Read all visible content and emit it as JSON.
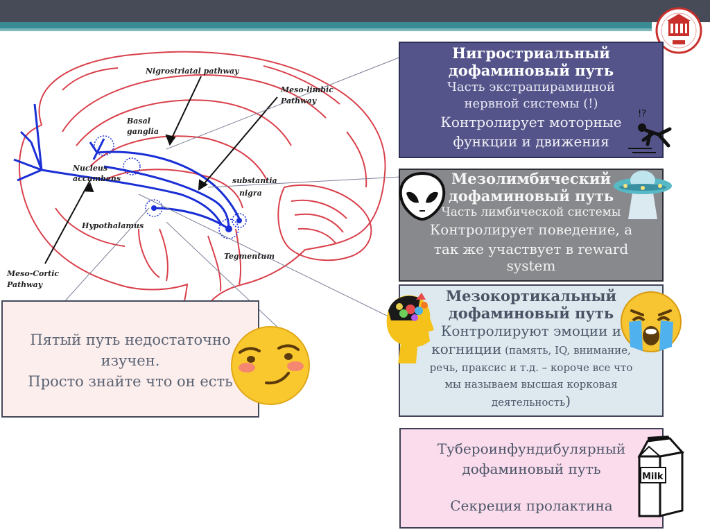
{
  "diagram": {
    "labels": {
      "nigrostriatal": "Nigrostriatal pathway",
      "mesolimbic_1": "Meso-limbic",
      "mesolimbic_2": "Pathway",
      "basal_1": "Basal",
      "basal_2": "ganglia",
      "nucleus_1": "Nucleus",
      "nucleus_2": "accumbens",
      "substantia_1": "substantia",
      "substantia_2": "nigra",
      "hypothalamus": "Hypothalamus",
      "tegmentum": "Tegmentum",
      "mesocortic_1": "Meso-Cortic",
      "mesocortic_2": "Pathway"
    }
  },
  "boxes": {
    "nigrostriatal": {
      "title_1": "Нигростриальный",
      "title_2": "дофаминовый путь",
      "sub_1": "Часть экстрапирамидной",
      "sub_2": "нервной системы (!)",
      "main_1": "Контролирует моторные",
      "main_2": "функции и движения"
    },
    "mesolimbic": {
      "title_1": "Мезолимбический",
      "title_2": "дофаминовый путь",
      "sub_1": "Часть лимбической системы",
      "main_1": "Контролирует поведение, а",
      "main_2": "так же участвует в reward",
      "main_3": "system"
    },
    "mesocortical": {
      "title_1": "Мезокортикальный",
      "title_2": "дофаминовый путь",
      "main_1": "Контролируют эмоции и",
      "main_2_big": "когниции",
      "main_2_small": " (память, IQ, внимание,",
      "small_2": "речь, праксис и т.д. – короче все что",
      "small_3": "мы называем высшая корковая",
      "small_4": "деятельность",
      "small_4_end": ")"
    },
    "tuberoinfundibular": {
      "line_1": "Тубероинфундибулярный",
      "line_2": "дофаминовый путь",
      "line_3": "Секреция пролактина"
    },
    "fifth": {
      "line_1": "Пятый путь недостаточно",
      "line_2": "изучен.",
      "line_3": "Просто знайте что он есть"
    }
  },
  "milk_label": "Milk",
  "alert_label": "!?",
  "colors": {
    "topbar": "#474a57",
    "teal": "#3a8b93",
    "brain_outline": "#d9404b",
    "pathway": "#1a2fd6",
    "box1_bg": "#55548a",
    "box2_bg": "#88898c",
    "box3_bg": "#dde9ef",
    "box4_bg": "#fbdcec",
    "box5_bg": "#fdeeee"
  },
  "icons": [
    "logo-emblem-icon",
    "alien-icon",
    "ufo-icon",
    "falling-person-icon",
    "head-brain-icon",
    "crying-face-icon",
    "smirk-face-icon",
    "milk-carton-icon"
  ]
}
